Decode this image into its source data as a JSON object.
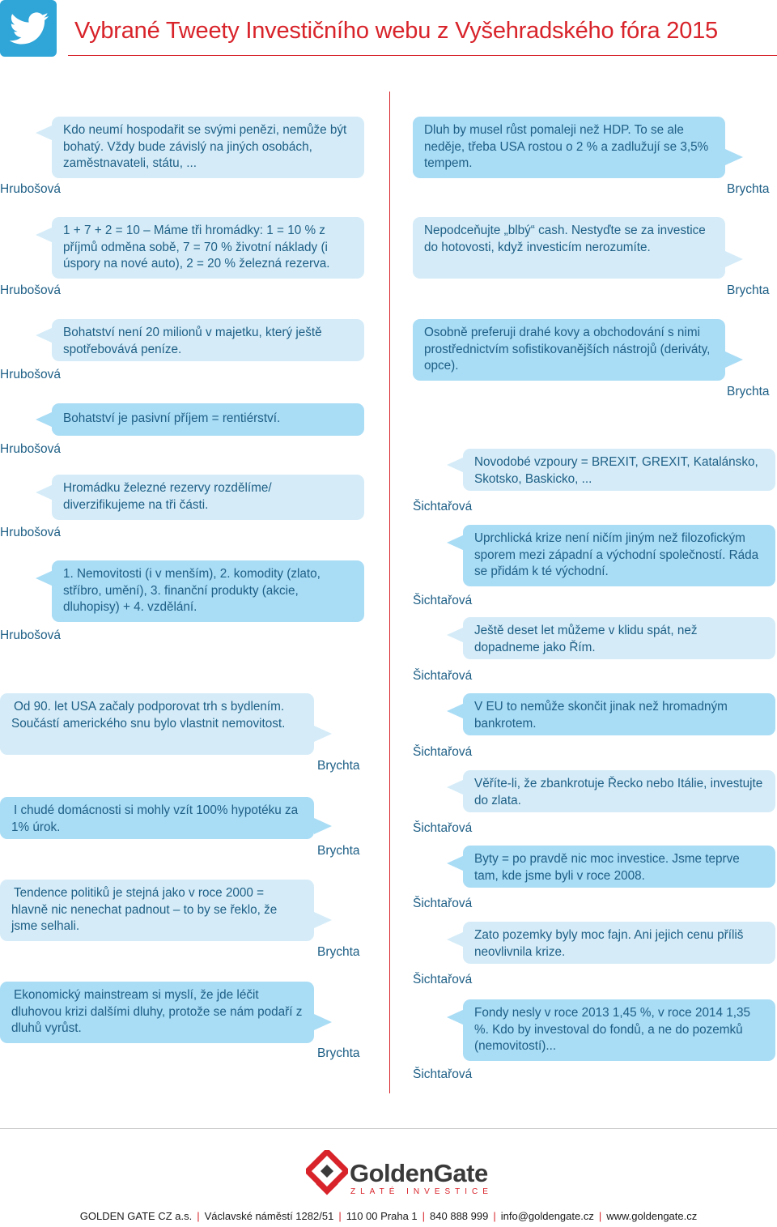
{
  "header": {
    "title": "Vybrané Tweety Investičního webu z Vyšehradského fóra 2015",
    "logo_icon": "twitter-bird-icon",
    "accent_color": "#d8232a",
    "twitter_color": "#2fa5d8"
  },
  "colors": {
    "bubble_light": "#d5ecf8",
    "bubble_dark": "#a9dcf5",
    "text": "#1e5f86"
  },
  "tweets_left": [
    {
      "text": "Kdo neumí hospodařit se svými penězi, nemůže být bohatý. Vždy bude závislý na jiných osobách, zaměstnavateli, státu, ...",
      "author": "Hrubošová"
    },
    {
      "text": "1 + 7 + 2 = 10 – Máme tři hromádky: 1 = 10 % z příjmů odměna sobě, 7 = 70 % životní náklady (i úspory na nové auto), 2 = 20 % železná rezerva.",
      "author": "Hrubošová"
    },
    {
      "text": "Bohatství není 20 milionů v majetku, který ještě spotřebovává peníze.",
      "author": "Hrubošová"
    },
    {
      "text": "Bohatství je pasivní příjem = rentiérství.",
      "author": "Hrubošová"
    },
    {
      "text": "Hromádku železné rezervy rozdělíme/ diverzifikujeme na tři části.",
      "author": "Hrubošová"
    },
    {
      "text": "1. Nemovitosti (i v menším), 2. komodity (zlato, stříbro, umění), 3. finanční produkty (akcie, dluhopisy) + 4. vzdělání.",
      "author": "Hrubošová"
    }
  ],
  "tweets_right_top": [
    {
      "text": "Dluh by musel růst pomaleji než HDP. To se ale neděje, třeba USA rostou o 2 % a zadlužují se 3,5% tempem.",
      "author": "Brychta"
    },
    {
      "text": "Nepodceňujte „blbý“ cash. Nestyďte se za investice do hotovosti, když investicím nerozumíte.",
      "author": "Brychta"
    },
    {
      "text": "Osobně preferuji drahé kovy a obchodování s nimi prostřednictvím sofistikovanějších nástrojů (deriváty, opce).",
      "author": "Brychta"
    }
  ],
  "tweets_left_bottom": [
    {
      "text": "Od 90. let USA začaly podporovat trh s bydlením. Součástí amerického snu bylo vlastnit nemovitost.",
      "author": "Brychta"
    },
    {
      "text": "I chudé domácnosti si mohly vzít 100% hypotéku za 1% úrok.",
      "author": "Brychta"
    },
    {
      "text": "Tendence politiků je stejná jako v roce 2000 = hlavně nic nenechat padnout – to by se řeklo, že jsme selhali.",
      "author": "Brychta"
    },
    {
      "text": "Ekonomický mainstream si myslí, že jde léčit dluhovou krizi dalšími dluhy, protože se nám podaří z dluhů vyrůst.",
      "author": "Brychta"
    }
  ],
  "tweets_right_bottom": [
    {
      "text": "Novodobé vzpoury = BREXIT, GREXIT, Katalánsko, Skotsko, Baskicko, ...",
      "author": "Šichtařová"
    },
    {
      "text": "Uprchlická krize není ničím jiným než filozofickým sporem mezi západní a východní společností. Ráda se přidám k té východní.",
      "author": "Šichtařová"
    },
    {
      "text": "Ještě deset let můžeme v klidu spát, než dopadneme jako Řím.",
      "author": "Šichtařová"
    },
    {
      "text": "V EU to nemůže skončit jinak než hromadným bankrotem.",
      "author": "Šichtařová"
    },
    {
      "text": "Věříte-li, že zbankrotuje Řecko nebo Itálie, investujte do zlata.",
      "author": "Šichtařová"
    },
    {
      "text": "Byty = po pravdě nic moc investice. Jsme teprve tam, kde jsme byli v roce 2008.",
      "author": "Šichtařová"
    },
    {
      "text": "Zato pozemky byly moc fajn. Ani jejich cenu příliš neovlivnila krize.",
      "author": "Šichtařová"
    },
    {
      "text": "Fondy nesly v roce 2013 1,45 %, v roce 2014 1,35 %. Kdo by investoval do fondů, a ne do pozemků (nemovitostí)...",
      "author": "Šichtařová"
    }
  ],
  "brand": {
    "name": "GoldenGate",
    "tagline": "ZLATÉ INVESTICE",
    "logo_icon": "goldengate-logo-icon"
  },
  "footer": [
    "GOLDEN GATE CZ a.s.",
    "Václavské náměstí 1282/51",
    "110 00 Praha 1",
    "840 888 999",
    "info@goldengate.cz",
    "www.goldengate.cz"
  ]
}
